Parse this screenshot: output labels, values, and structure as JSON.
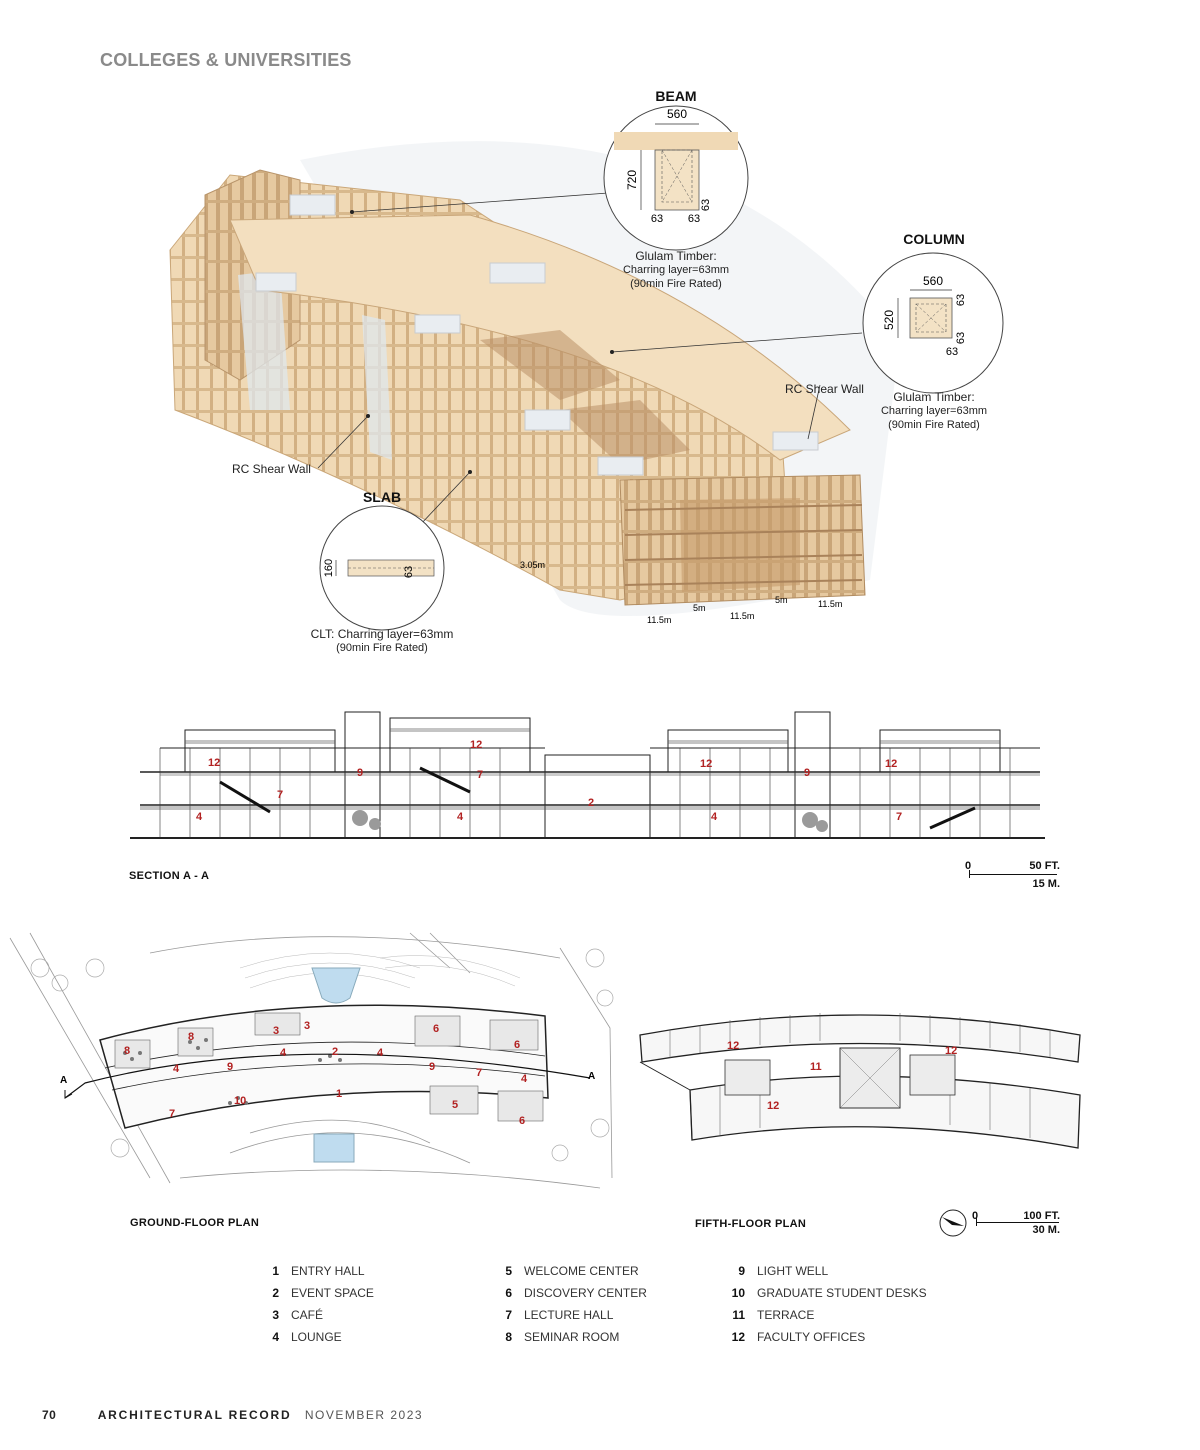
{
  "header": {
    "section": "COLLEGES & UNIVERSITIES"
  },
  "axonometric": {
    "beam": {
      "title": "BEAM",
      "width": "560",
      "height": "720",
      "char_a": "63",
      "char_b": "63",
      "char_c": "63",
      "caption": [
        "Glulam Timber:",
        "Charring layer=63mm",
        "(90min Fire Rated)"
      ]
    },
    "column": {
      "title": "COLUMN",
      "width": "560",
      "height": "520",
      "char_a": "63",
      "char_b": "63",
      "char_c": "63",
      "caption": [
        "Glulam Timber:",
        "Charring layer=63mm",
        "(90min Fire Rated)"
      ]
    },
    "slab": {
      "title": "SLAB",
      "thickness": "160",
      "char": "63",
      "caption": [
        "CLT: Charring layer=63mm",
        "(90min Fire Rated)"
      ]
    },
    "labels": {
      "rc_shear_wall_left": "RC Shear Wall",
      "rc_shear_wall_right": "RC Shear Wall"
    },
    "dimensions": [
      "3.05m",
      "11.5m",
      "5m",
      "11.5m",
      "5m",
      "11.5m"
    ]
  },
  "section": {
    "title": "SECTION A - A",
    "scale": {
      "zero": "0",
      "ft": "50 FT.",
      "m": "15 M."
    },
    "room_numbers": [
      "12",
      "9",
      "12",
      "7",
      "7",
      "4",
      "4",
      "2",
      "4",
      "12",
      "9",
      "12",
      "7"
    ]
  },
  "ground_plan": {
    "title": "GROUND-FLOOR PLAN",
    "section_marker": "A",
    "room_numbers": [
      "8",
      "8",
      "3",
      "3",
      "6",
      "6",
      "4",
      "4",
      "2",
      "4",
      "9",
      "9",
      "7",
      "4",
      "1",
      "10",
      "7",
      "5",
      "6"
    ]
  },
  "fifth_plan": {
    "title": "FIFTH-FLOOR PLAN",
    "scale": {
      "zero": "0",
      "ft": "100 FT.",
      "m": "30 M."
    },
    "room_numbers": [
      "12",
      "12",
      "11",
      "12"
    ]
  },
  "legend": [
    {
      "num": "1",
      "label": "ENTRY HALL"
    },
    {
      "num": "2",
      "label": "EVENT SPACE"
    },
    {
      "num": "3",
      "label": "CAFÉ"
    },
    {
      "num": "4",
      "label": "LOUNGE"
    },
    {
      "num": "5",
      "label": "WELCOME CENTER"
    },
    {
      "num": "6",
      "label": "DISCOVERY CENTER"
    },
    {
      "num": "7",
      "label": "LECTURE HALL"
    },
    {
      "num": "8",
      "label": "SEMINAR ROOM"
    },
    {
      "num": "9",
      "label": "LIGHT WELL"
    },
    {
      "num": "10",
      "label": "GRADUATE STUDENT DESKS"
    },
    {
      "num": "11",
      "label": "TERRACE"
    },
    {
      "num": "12",
      "label": "FACULTY OFFICES"
    }
  ],
  "footer": {
    "page": "70",
    "magazine": "ARCHITECTURAL RECORD",
    "date": "NOVEMBER 2023"
  }
}
